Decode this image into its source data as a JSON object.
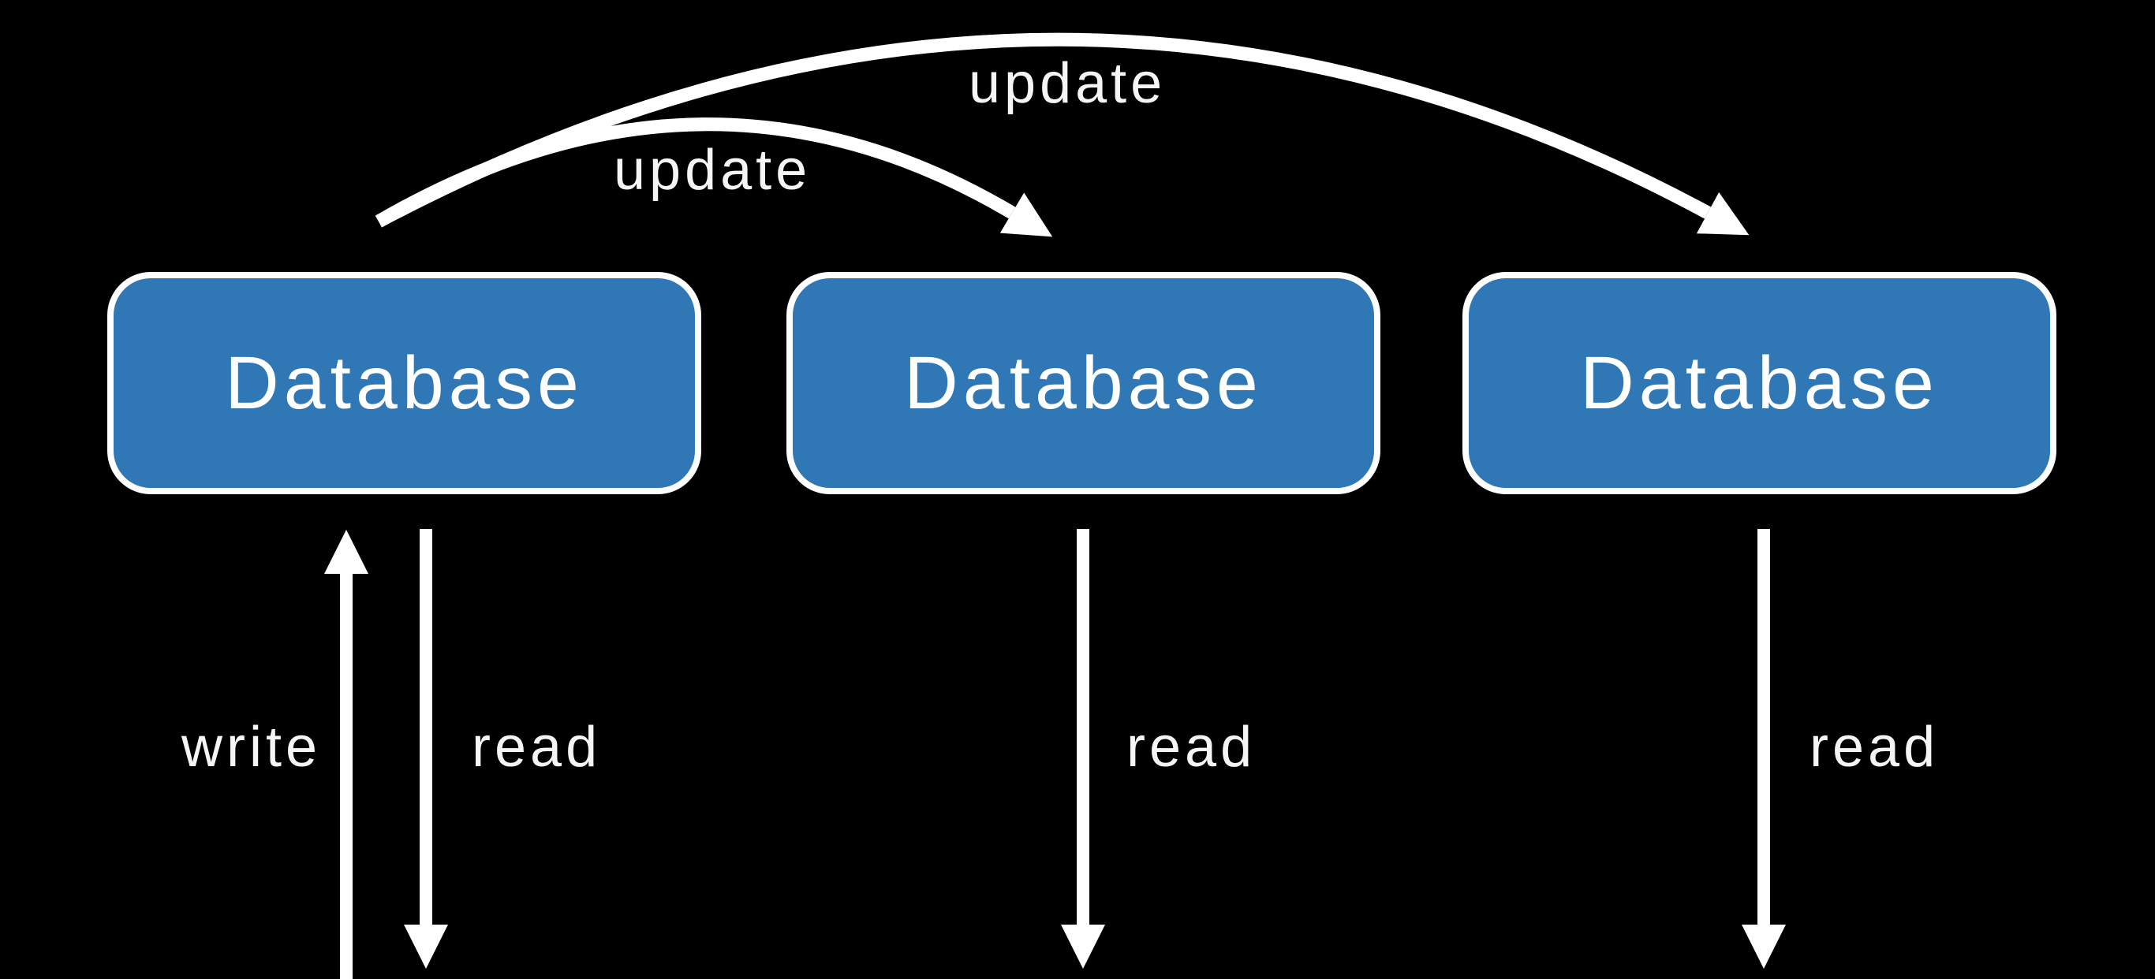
{
  "diagram": {
    "nodes": [
      {
        "id": "database-1",
        "label": "Database"
      },
      {
        "id": "database-2",
        "label": "Database"
      },
      {
        "id": "database-3",
        "label": "Database"
      }
    ],
    "edges": [
      {
        "id": "update-db1-db2",
        "label": "update",
        "from": "database-1",
        "to": "database-2",
        "style": "curved-arc"
      },
      {
        "id": "update-db1-db3",
        "label": "update",
        "from": "database-1",
        "to": "database-3",
        "style": "curved-arc"
      },
      {
        "id": "write-db1",
        "label": "write",
        "from": "bottom-edge",
        "to": "database-1",
        "style": "straight-up"
      },
      {
        "id": "read-db1",
        "label": "read",
        "from": "database-1",
        "to": "bottom-edge",
        "style": "straight-down"
      },
      {
        "id": "read-db2",
        "label": "read",
        "from": "database-2",
        "to": "bottom-edge",
        "style": "straight-down"
      },
      {
        "id": "read-db3",
        "label": "read",
        "from": "database-3",
        "to": "bottom-edge",
        "style": "straight-down"
      }
    ],
    "colors": {
      "background": "#000000",
      "node_fill": "#3077b5",
      "node_border": "#ffffff",
      "node_text": "#ffffff",
      "arrow": "#ffffff",
      "label_text": "#f5f5f5"
    }
  }
}
